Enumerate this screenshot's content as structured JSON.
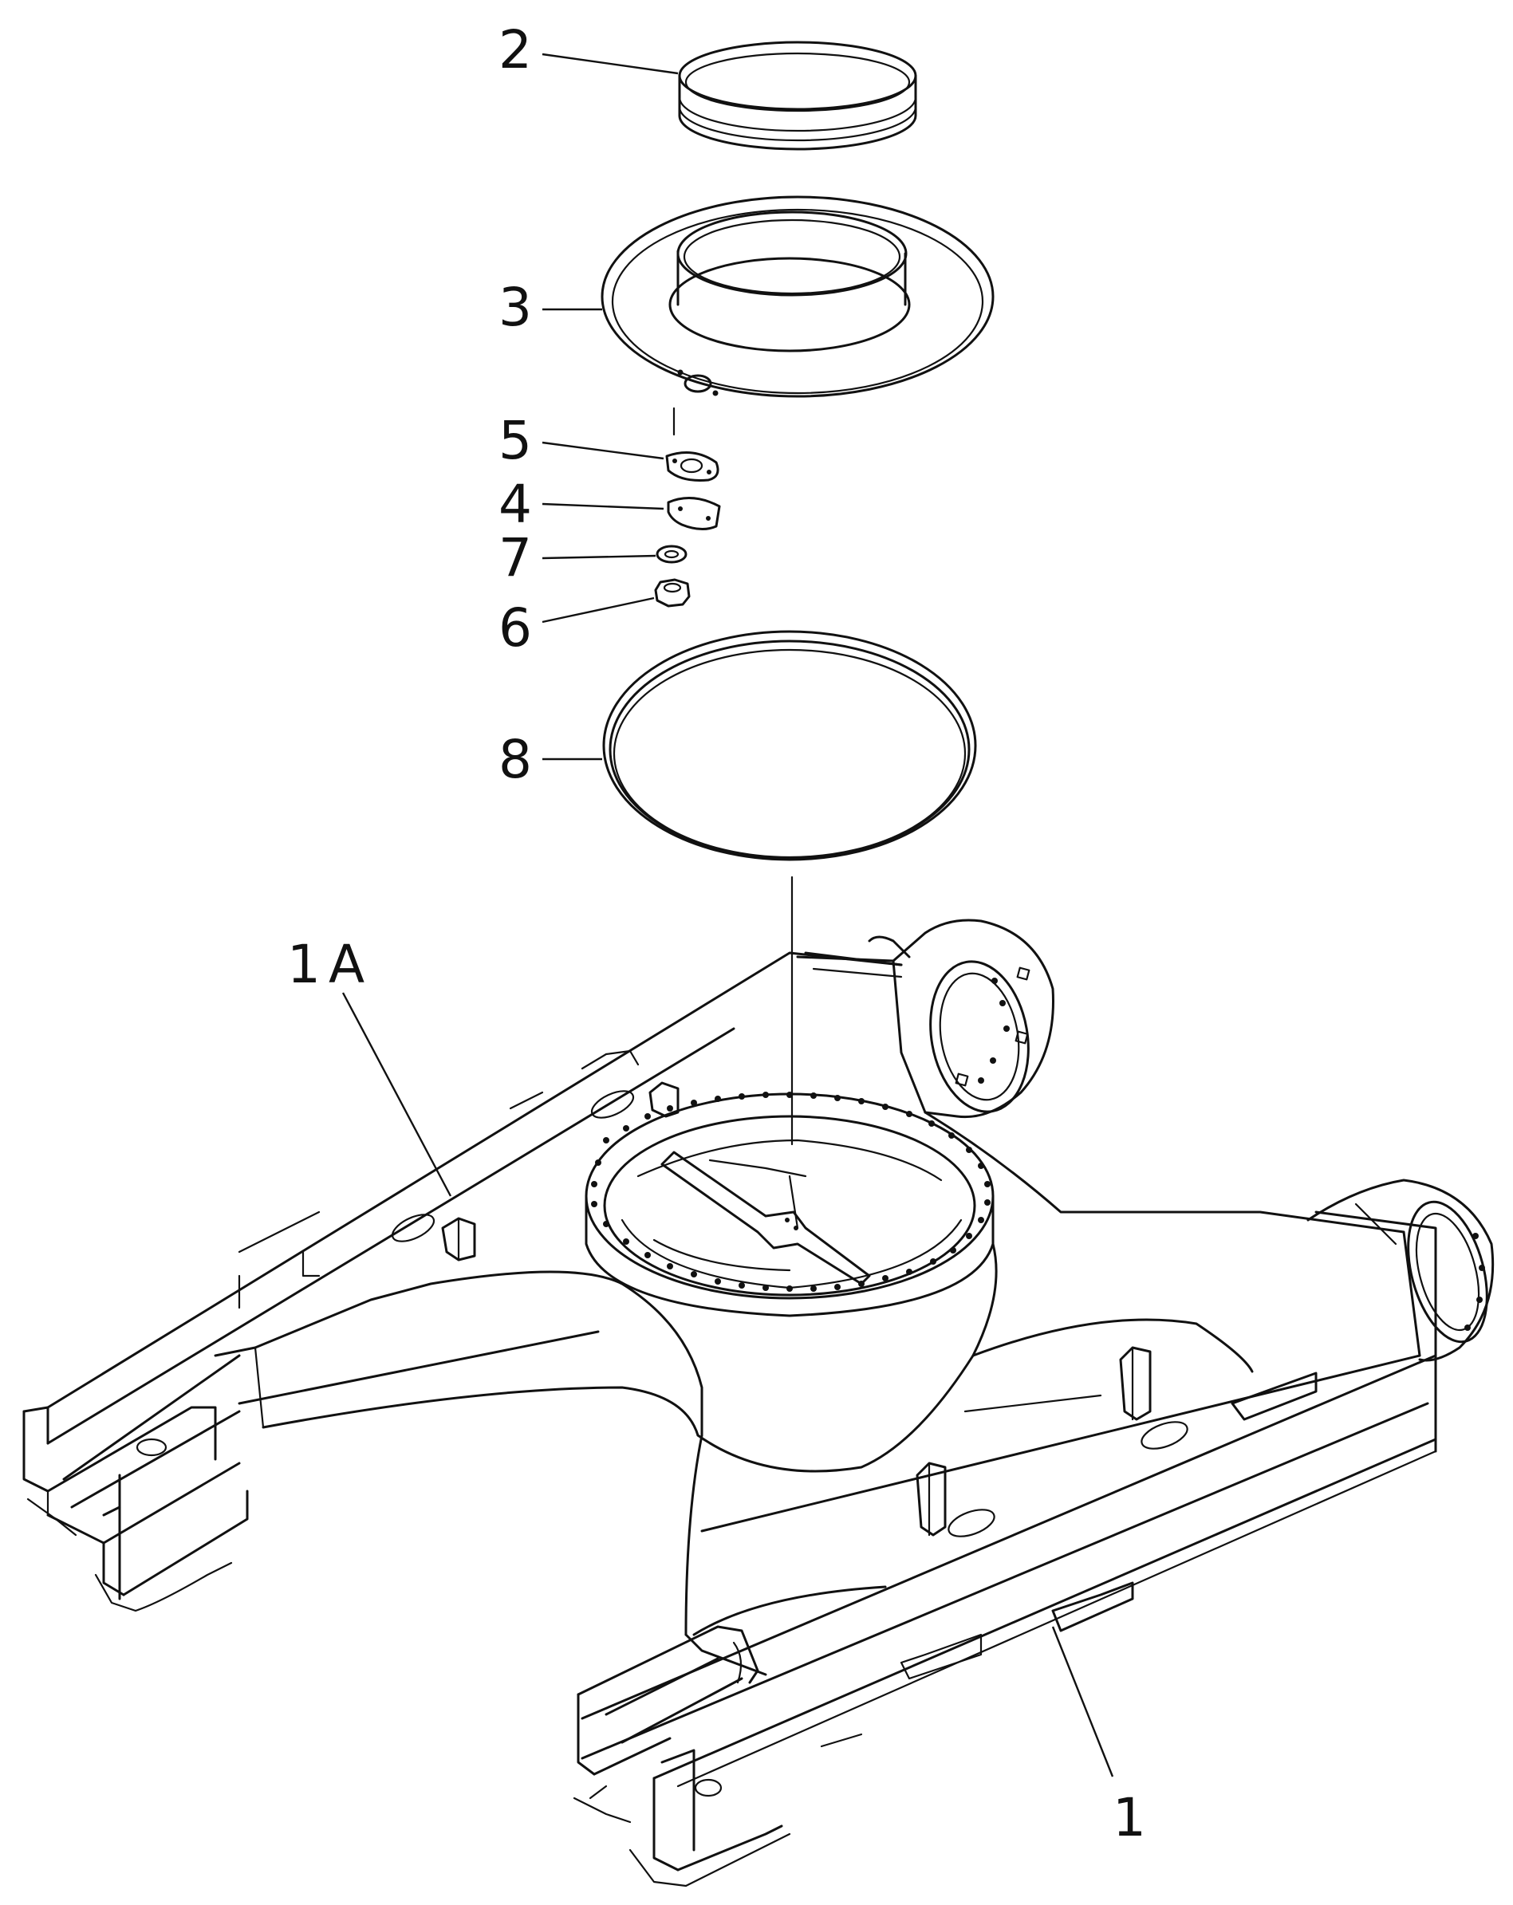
{
  "diagram": {
    "type": "exploded-parts-diagram",
    "parts": [
      {
        "id": "part-2",
        "label": "2"
      },
      {
        "id": "part-3",
        "label": "3"
      },
      {
        "id": "part-5",
        "label": "5"
      },
      {
        "id": "part-4",
        "label": "4"
      },
      {
        "id": "part-7",
        "label": "7"
      },
      {
        "id": "part-6",
        "label": "6"
      },
      {
        "id": "part-8",
        "label": "8"
      },
      {
        "id": "part-1A",
        "label": "1A"
      },
      {
        "id": "part-1",
        "label": "1"
      }
    ]
  },
  "colors": {
    "line": "#111111",
    "background": "#ffffff"
  }
}
